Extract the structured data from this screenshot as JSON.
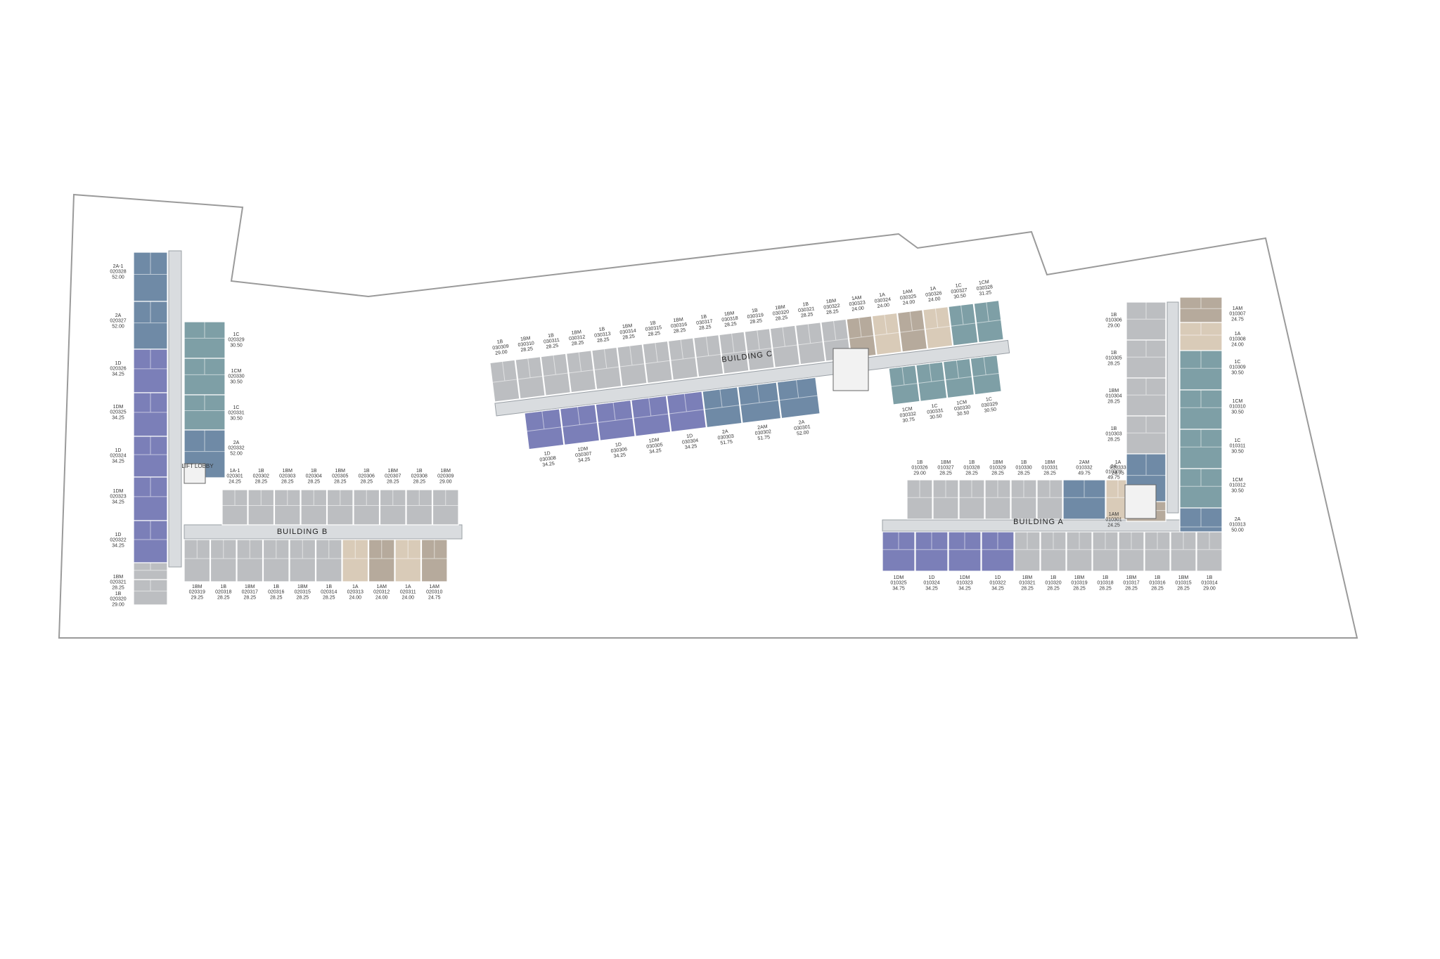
{
  "colors": {
    "2A": "#6f8aa6",
    "2A-1": "#6f8aa6",
    "2AM": "#6f8aa6",
    "1D": "#7b7fb8",
    "1DM": "#7b7fb8",
    "1C": "#7e9fa6",
    "1CM": "#7e9fa6",
    "1B": "#bcbec1",
    "1BM": "#bcbec1",
    "1A": "#d9cbb8",
    "1AM": "#b6aa9c",
    "site_outline": "#9a9a9a",
    "corridor": "#d9dcdf"
  },
  "labels": {
    "lift_lobby": "LIFT LOBBY"
  },
  "buildings": [
    {
      "name": "BUILDING B",
      "units": [
        {
          "type": "2A-1",
          "code": "020328",
          "area": "52.00"
        },
        {
          "type": "2A",
          "code": "020327",
          "area": "52.00"
        },
        {
          "type": "1D",
          "code": "020326",
          "area": "34.25"
        },
        {
          "type": "1DM",
          "code": "020325",
          "area": "34.25"
        },
        {
          "type": "1D",
          "code": "020324",
          "area": "34.25"
        },
        {
          "type": "1DM",
          "code": "020323",
          "area": "34.25"
        },
        {
          "type": "1D",
          "code": "020322",
          "area": "34.25"
        },
        {
          "type": "1BM",
          "code": "020321",
          "area": "28.25"
        },
        {
          "type": "1B",
          "code": "020320",
          "area": "29.00"
        },
        {
          "type": "1C",
          "code": "020329",
          "area": "30.50"
        },
        {
          "type": "1CM",
          "code": "020330",
          "area": "30.50"
        },
        {
          "type": "1C",
          "code": "020331",
          "area": "30.50"
        },
        {
          "type": "2A",
          "code": "020332",
          "area": "52.00"
        },
        {
          "type": "1A-1",
          "code": "020301",
          "area": "24.25"
        },
        {
          "type": "1B",
          "code": "020302",
          "area": "28.25"
        },
        {
          "type": "1BM",
          "code": "020303",
          "area": "28.25"
        },
        {
          "type": "1B",
          "code": "020304",
          "area": "28.25"
        },
        {
          "type": "1BM",
          "code": "020305",
          "area": "28.25"
        },
        {
          "type": "1B",
          "code": "020306",
          "area": "28.25"
        },
        {
          "type": "1BM",
          "code": "020307",
          "area": "28.25"
        },
        {
          "type": "1B",
          "code": "020308",
          "area": "28.25"
        },
        {
          "type": "1BM",
          "code": "020309",
          "area": "29.00"
        },
        {
          "type": "1BM",
          "code": "020319",
          "area": "29.25"
        },
        {
          "type": "1B",
          "code": "020318",
          "area": "28.25"
        },
        {
          "type": "1BM",
          "code": "020317",
          "area": "28.25"
        },
        {
          "type": "1B",
          "code": "020316",
          "area": "28.25"
        },
        {
          "type": "1BM",
          "code": "020315",
          "area": "28.25"
        },
        {
          "type": "1B",
          "code": "020314",
          "area": "28.25"
        },
        {
          "type": "1A",
          "code": "020313",
          "area": "24.00"
        },
        {
          "type": "1AM",
          "code": "020312",
          "area": "24.00"
        },
        {
          "type": "1A",
          "code": "020311",
          "area": "24.00"
        },
        {
          "type": "1AM",
          "code": "020310",
          "area": "24.75"
        }
      ]
    },
    {
      "name": "BUILDING C",
      "units": [
        {
          "type": "1B",
          "code": "030309",
          "area": "29.00"
        },
        {
          "type": "1BM",
          "code": "030310",
          "area": "28.25"
        },
        {
          "type": "1B",
          "code": "030311",
          "area": "28.25"
        },
        {
          "type": "1BM",
          "code": "030312",
          "area": "28.25"
        },
        {
          "type": "1B",
          "code": "030313",
          "area": "28.25"
        },
        {
          "type": "1BM",
          "code": "030314",
          "area": "28.25"
        },
        {
          "type": "1B",
          "code": "030315",
          "area": "28.25"
        },
        {
          "type": "1BM",
          "code": "030316",
          "area": "28.25"
        },
        {
          "type": "1B",
          "code": "030317",
          "area": "28.25"
        },
        {
          "type": "1BM",
          "code": "030318",
          "area": "28.25"
        },
        {
          "type": "1B",
          "code": "030319",
          "area": "28.25"
        },
        {
          "type": "1BM",
          "code": "030320",
          "area": "28.25"
        },
        {
          "type": "1B",
          "code": "030321",
          "area": "28.25"
        },
        {
          "type": "1BM",
          "code": "030322",
          "area": "28.25"
        },
        {
          "type": "1AM",
          "code": "030323",
          "area": "24.00"
        },
        {
          "type": "1A",
          "code": "030324",
          "area": "24.00"
        },
        {
          "type": "1AM",
          "code": "030325",
          "area": "24.00"
        },
        {
          "type": "1A",
          "code": "030326",
          "area": "24.00"
        },
        {
          "type": "1C",
          "code": "030327",
          "area": "30.50"
        },
        {
          "type": "1CM",
          "code": "030328",
          "area": "31.25"
        },
        {
          "type": "1D",
          "code": "030308",
          "area": "34.25"
        },
        {
          "type": "1DM",
          "code": "030307",
          "area": "34.25"
        },
        {
          "type": "1D",
          "code": "030306",
          "area": "34.25"
        },
        {
          "type": "1DM",
          "code": "030305",
          "area": "34.25"
        },
        {
          "type": "1D",
          "code": "030304",
          "area": "34.25"
        },
        {
          "type": "2A",
          "code": "030303",
          "area": "51.75"
        },
        {
          "type": "2AM",
          "code": "030302",
          "area": "51.75"
        },
        {
          "type": "2A",
          "code": "030301",
          "area": "52.00"
        },
        {
          "type": "1CM",
          "code": "030332",
          "area": "30.75"
        },
        {
          "type": "1C",
          "code": "030331",
          "area": "30.50"
        },
        {
          "type": "1CM",
          "code": "030330",
          "area": "30.50"
        },
        {
          "type": "1C",
          "code": "030329",
          "area": "30.50"
        }
      ]
    },
    {
      "name": "BUILDING A",
      "units": [
        {
          "type": "1B",
          "code": "010326",
          "area": "29.00"
        },
        {
          "type": "1BM",
          "code": "010327",
          "area": "28.25"
        },
        {
          "type": "1B",
          "code": "010328",
          "area": "28.25"
        },
        {
          "type": "1BM",
          "code": "010329",
          "area": "28.25"
        },
        {
          "type": "1B",
          "code": "010330",
          "area": "28.25"
        },
        {
          "type": "1BM",
          "code": "010331",
          "area": "28.25"
        },
        {
          "type": "2AM",
          "code": "010332",
          "area": "49.75"
        },
        {
          "type": "1A",
          "code": "010333",
          "area": "24.75"
        },
        {
          "type": "1B",
          "code": "010306",
          "area": "29.00"
        },
        {
          "type": "1B",
          "code": "010305",
          "area": "28.25"
        },
        {
          "type": "1BM",
          "code": "010304",
          "area": "28.25"
        },
        {
          "type": "1B",
          "code": "010303",
          "area": "28.25"
        },
        {
          "type": "2A",
          "code": "010302",
          "area": "49.75"
        },
        {
          "type": "1AM",
          "code": "010301",
          "area": "24.25"
        },
        {
          "type": "1AM",
          "code": "010307",
          "area": "24.75"
        },
        {
          "type": "1A",
          "code": "010308",
          "area": "24.00"
        },
        {
          "type": "1C",
          "code": "010309",
          "area": "30.50"
        },
        {
          "type": "1CM",
          "code": "010310",
          "area": "30.50"
        },
        {
          "type": "1C",
          "code": "010311",
          "area": "30.50"
        },
        {
          "type": "1CM",
          "code": "010312",
          "area": "30.50"
        },
        {
          "type": "2A",
          "code": "010313",
          "area": "50.00"
        },
        {
          "type": "1DM",
          "code": "010325",
          "area": "34.75"
        },
        {
          "type": "1D",
          "code": "010324",
          "area": "34.25"
        },
        {
          "type": "1DM",
          "code": "010323",
          "area": "34.25"
        },
        {
          "type": "1D",
          "code": "010322",
          "area": "34.25"
        },
        {
          "type": "1BM",
          "code": "010321",
          "area": "28.25"
        },
        {
          "type": "1B",
          "code": "010320",
          "area": "28.25"
        },
        {
          "type": "1BM",
          "code": "010319",
          "area": "28.25"
        },
        {
          "type": "1B",
          "code": "010318",
          "area": "28.25"
        },
        {
          "type": "1BM",
          "code": "010317",
          "area": "28.25"
        },
        {
          "type": "1B",
          "code": "010316",
          "area": "28.25"
        },
        {
          "type": "1BM",
          "code": "010315",
          "area": "28.25"
        },
        {
          "type": "1B",
          "code": "010314",
          "area": "29.00"
        }
      ]
    }
  ]
}
